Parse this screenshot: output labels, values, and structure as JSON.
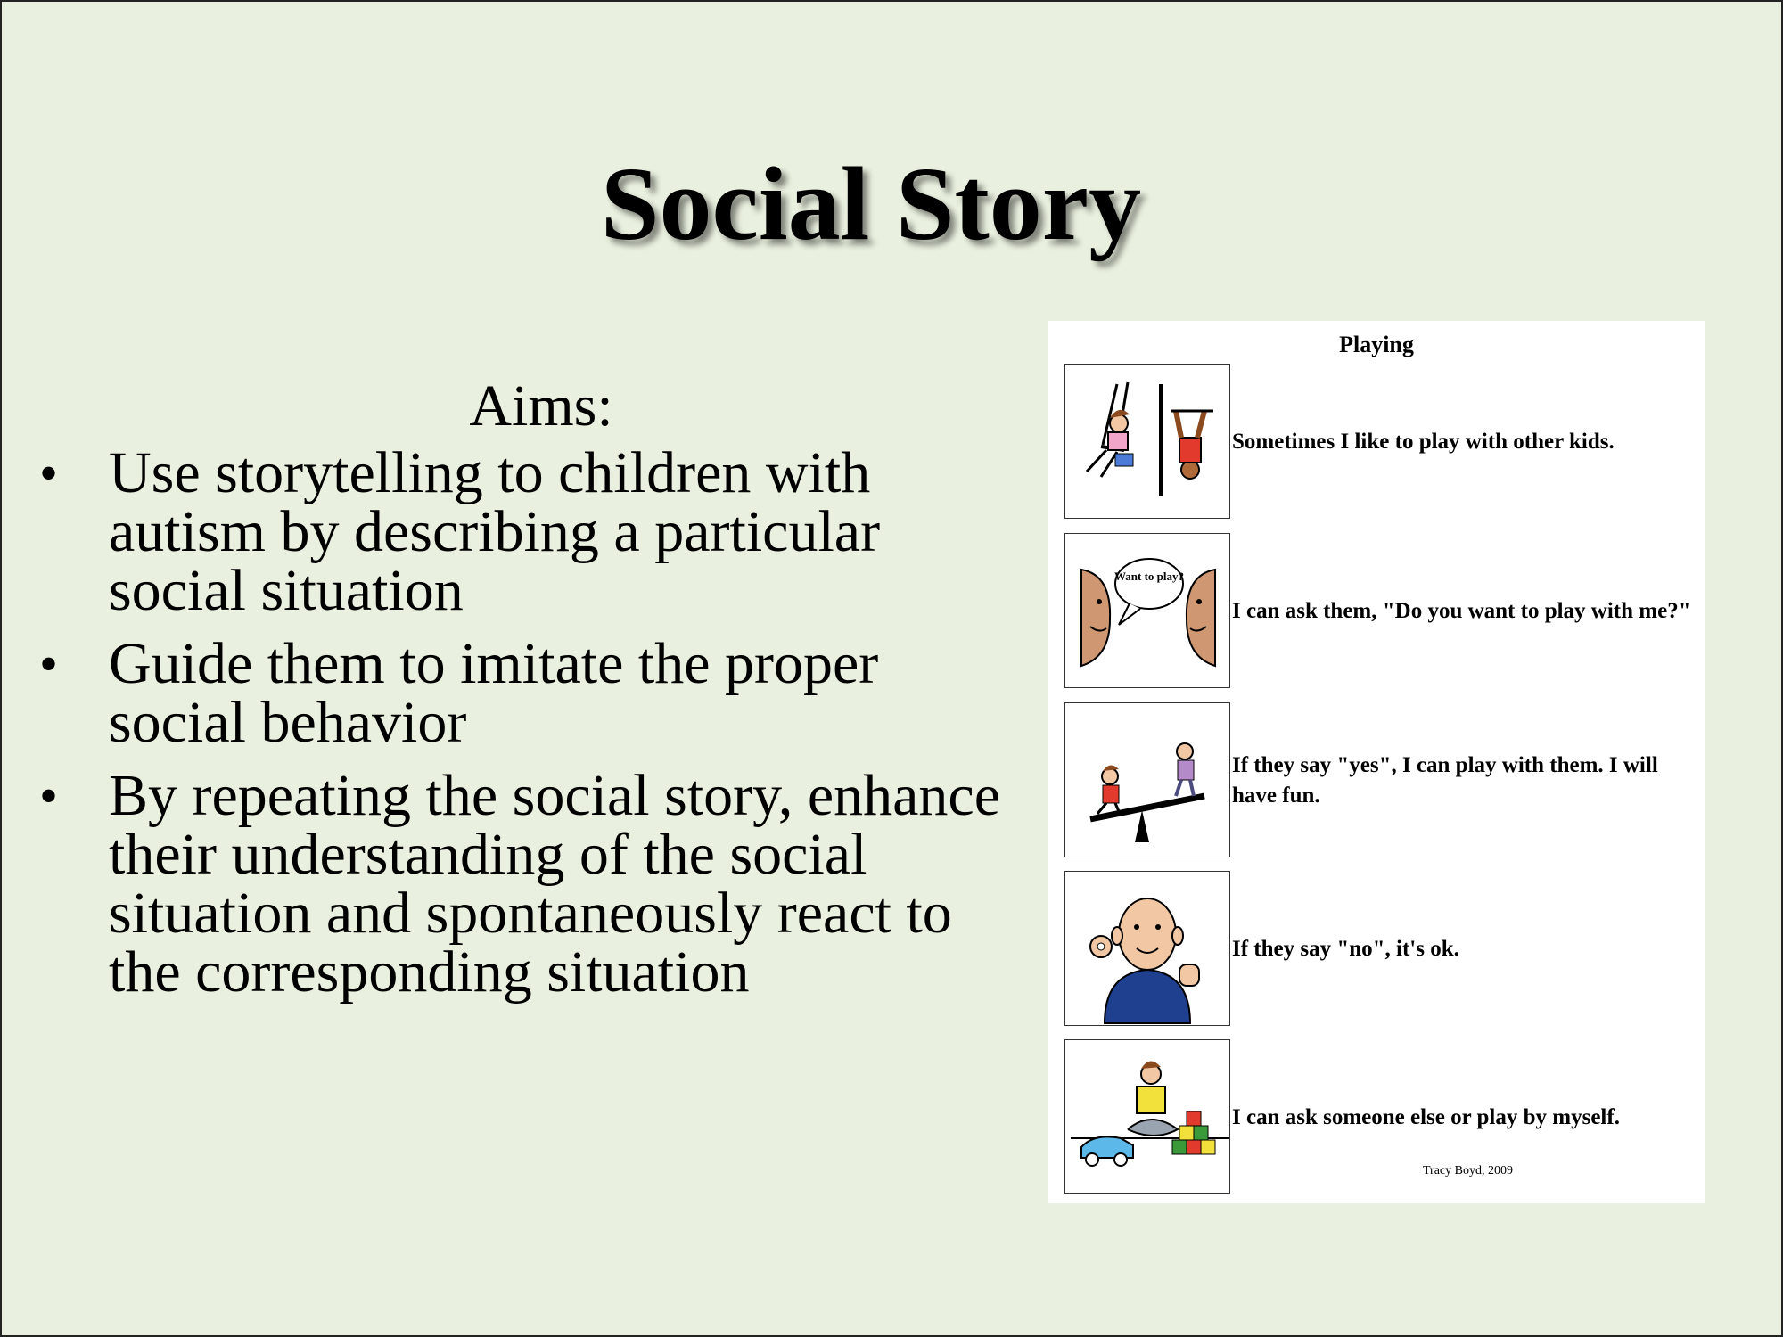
{
  "slide": {
    "title": "Social Story",
    "aims_heading": "Aims:",
    "bullets": [
      "Use storytelling to children with autism by describing a particular social situation",
      "Guide them to imitate the proper social behavior",
      "By repeating the social story, enhance their understanding of the social situation and spontaneously react to the corresponding situation"
    ],
    "bullet_glyph": "•"
  },
  "story_card": {
    "title": "Playing",
    "items": [
      {
        "icon": "swing-icon",
        "text": "Sometimes I like to play with other kids."
      },
      {
        "icon": "want-to-play-icon",
        "bubble": "Want to play?",
        "text": "I can ask them, \"Do you want to play with me?\""
      },
      {
        "icon": "seesaw-icon",
        "text": "If they say \"yes\", I can play with them. I will have fun."
      },
      {
        "icon": "ok-sign-icon",
        "text": "If they say \"no\", it's ok."
      },
      {
        "icon": "play-alone-icon",
        "text": "I can ask someone else or play by myself."
      }
    ],
    "credit": "Tracy Boyd, 2009"
  },
  "colors": {
    "background": "#e9f0df",
    "panel": "#ffffff",
    "text": "#000000"
  }
}
